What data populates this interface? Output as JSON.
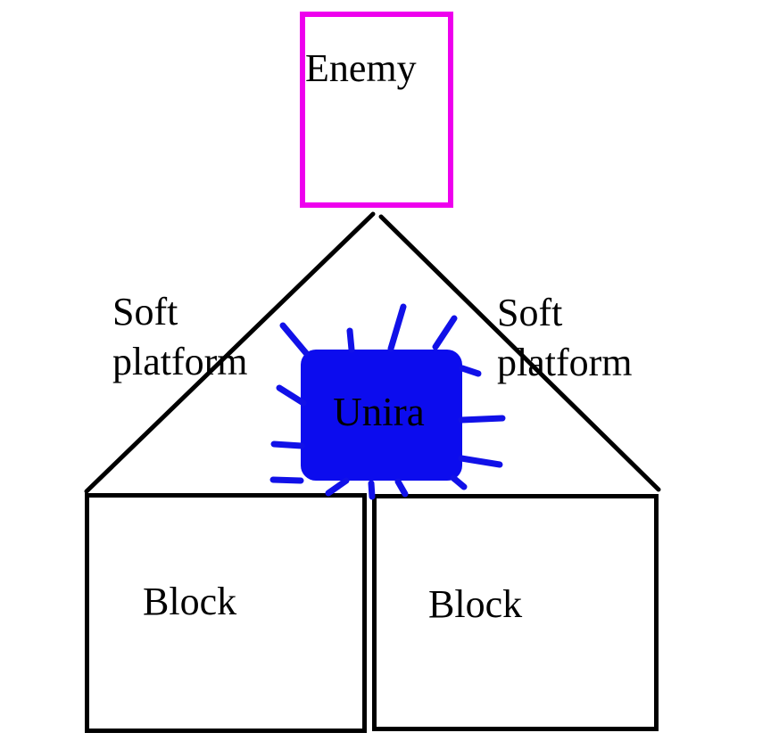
{
  "diagram": {
    "labels": {
      "enemy": "Enemy",
      "soft_platform_line1": "Soft",
      "soft_platform_line2": "platform",
      "unira": "Unira",
      "block_left": "Block",
      "block_right": "Block"
    },
    "colors": {
      "background": "#ffffff",
      "enemy_border": "#ee00ee",
      "unira_fill": "#0c0cee",
      "spike_stroke": "#1111e8",
      "line_stroke": "#000000",
      "text": "#000000"
    }
  }
}
